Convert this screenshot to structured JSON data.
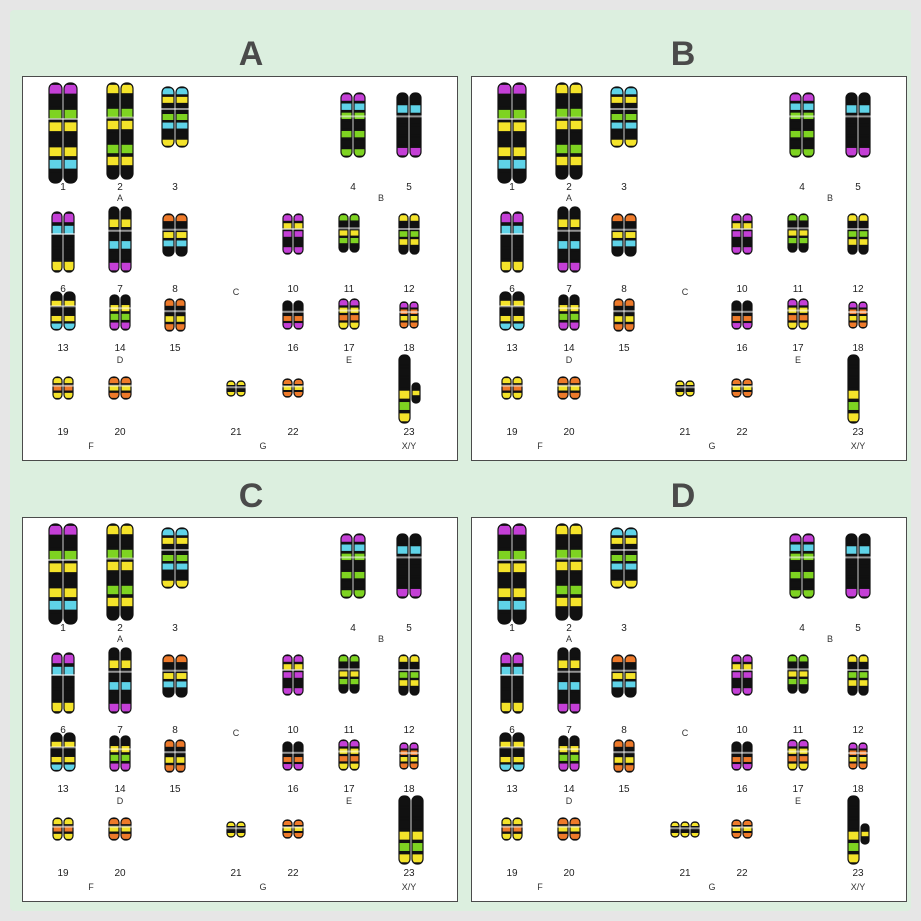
{
  "colors": {
    "background": "#dcefdf",
    "panel_border": "#4b4b4b",
    "band_black": "#111111",
    "band_green": "#7ed321",
    "band_yellow": "#f4e32a",
    "band_cyan": "#5fd3e8",
    "band_magenta": "#c43fd6",
    "band_orange": "#ee7a2a"
  },
  "panels": [
    {
      "title": "A",
      "chromosomes": [
        {
          "label": "1"
        },
        {
          "label": "2"
        },
        {
          "label": "3"
        },
        {
          "label": "4"
        },
        {
          "label": "5"
        },
        {
          "label": "6"
        },
        {
          "label": "7"
        },
        {
          "label": "8"
        },
        {
          "label": "10"
        },
        {
          "label": "11"
        },
        {
          "label": "12"
        },
        {
          "label": "13"
        },
        {
          "label": "14"
        },
        {
          "label": "15"
        },
        {
          "label": "16"
        },
        {
          "label": "17"
        },
        {
          "label": "18"
        },
        {
          "label": "19"
        },
        {
          "label": "20"
        },
        {
          "label": "21"
        },
        {
          "label": "22"
        },
        {
          "label": "23"
        }
      ],
      "groups": [
        "A",
        "B",
        "C",
        "D",
        "E",
        "F",
        "G",
        "X/Y"
      ],
      "copies_21": 2,
      "sex": "XY"
    },
    {
      "title": "B",
      "chromosomes": [
        {
          "label": "1"
        },
        {
          "label": "2"
        },
        {
          "label": "3"
        },
        {
          "label": "4"
        },
        {
          "label": "5"
        },
        {
          "label": "6"
        },
        {
          "label": "7"
        },
        {
          "label": "8"
        },
        {
          "label": "10"
        },
        {
          "label": "11"
        },
        {
          "label": "12"
        },
        {
          "label": "13"
        },
        {
          "label": "14"
        },
        {
          "label": "15"
        },
        {
          "label": "16"
        },
        {
          "label": "17"
        },
        {
          "label": "18"
        },
        {
          "label": "19"
        },
        {
          "label": "20"
        },
        {
          "label": "21"
        },
        {
          "label": "22"
        },
        {
          "label": "23"
        }
      ],
      "groups": [
        "A",
        "B",
        "C",
        "D",
        "E",
        "F",
        "G",
        "X/Y"
      ],
      "copies_21": 2,
      "sex": "X"
    },
    {
      "title": "C",
      "chromosomes": [
        {
          "label": "1"
        },
        {
          "label": "2"
        },
        {
          "label": "3"
        },
        {
          "label": "4"
        },
        {
          "label": "5"
        },
        {
          "label": "6"
        },
        {
          "label": "7"
        },
        {
          "label": "8"
        },
        {
          "label": "10"
        },
        {
          "label": "11"
        },
        {
          "label": "12"
        },
        {
          "label": "13"
        },
        {
          "label": "14"
        },
        {
          "label": "15"
        },
        {
          "label": "16"
        },
        {
          "label": "17"
        },
        {
          "label": "18"
        },
        {
          "label": "19"
        },
        {
          "label": "20"
        },
        {
          "label": "21"
        },
        {
          "label": "22"
        },
        {
          "label": "23"
        }
      ],
      "groups": [
        "A",
        "B",
        "C",
        "D",
        "E",
        "F",
        "G",
        "X/Y"
      ],
      "copies_21": 2,
      "sex": "XX"
    },
    {
      "title": "D",
      "chromosomes": [
        {
          "label": "1"
        },
        {
          "label": "2"
        },
        {
          "label": "3"
        },
        {
          "label": "4"
        },
        {
          "label": "5"
        },
        {
          "label": "6"
        },
        {
          "label": "7"
        },
        {
          "label": "8"
        },
        {
          "label": "10"
        },
        {
          "label": "11"
        },
        {
          "label": "12"
        },
        {
          "label": "13"
        },
        {
          "label": "14"
        },
        {
          "label": "15"
        },
        {
          "label": "16"
        },
        {
          "label": "17"
        },
        {
          "label": "18"
        },
        {
          "label": "19"
        },
        {
          "label": "20"
        },
        {
          "label": "21"
        },
        {
          "label": "22"
        },
        {
          "label": "23"
        }
      ],
      "groups": [
        "A",
        "B",
        "C",
        "D",
        "E",
        "F",
        "G",
        "X/Y"
      ],
      "copies_21": 3,
      "sex": "XY"
    }
  ]
}
